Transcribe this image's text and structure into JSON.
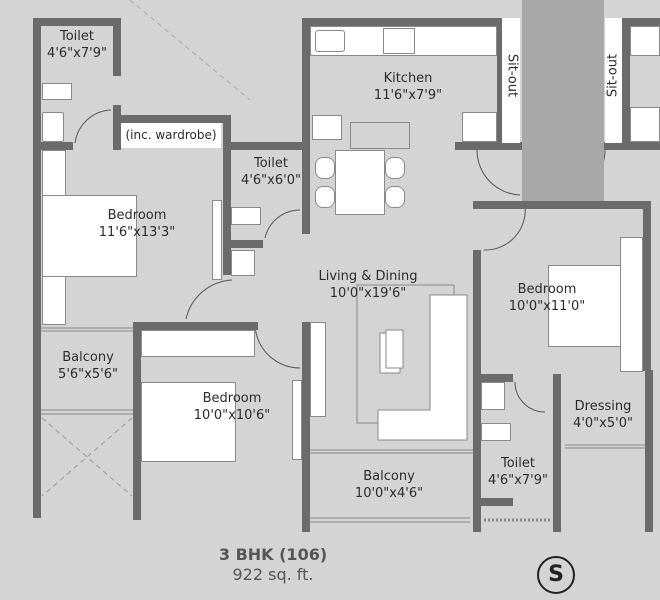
{
  "plan": {
    "title": "3 BHK (106)",
    "area": "922 sq. ft.",
    "compass": "S"
  },
  "rooms": {
    "toilet_top_left": {
      "name": "Toilet",
      "dim": "4'6\"x7'9\""
    },
    "wardrobe_note": "(inc. wardrobe)",
    "bedroom_master": {
      "name": "Bedroom",
      "dim": "11'6\"x13'3\""
    },
    "toilet_middle": {
      "name": "Toilet",
      "dim": "4'6\"x6'0\""
    },
    "kitchen": {
      "name": "Kitchen",
      "dim": "11'6\"x7'9\""
    },
    "sitout_left": "Sit-out",
    "sitout_right": "Sit-out",
    "living_dining": {
      "name": "Living & Dining",
      "dim": "10'0\"x19'6\""
    },
    "bedroom_right": {
      "name": "Bedroom",
      "dim": "10'0\"x11'0\""
    },
    "balcony_left": {
      "name": "Balcony",
      "dim": "5'6\"x5'6\""
    },
    "bedroom_bottom": {
      "name": "Bedroom",
      "dim": "10'0\"x10'6\""
    },
    "dressing": {
      "name": "Dressing",
      "dim": "4'0\"x5'0\""
    },
    "balcony_bottom": {
      "name": "Balcony",
      "dim": "10'0\"x4'6\""
    },
    "toilet_bottom_right": {
      "name": "Toilet",
      "dim": "4'6\"x7'9\""
    }
  },
  "colors": {
    "background": "#d4d4d4",
    "wall": "#6b6b6b",
    "corridor": "#a8a8a8",
    "furniture": "#ffffff"
  }
}
